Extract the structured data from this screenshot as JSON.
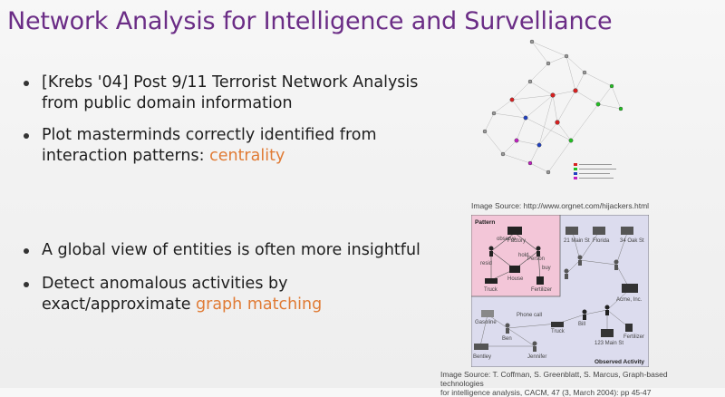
{
  "slide": {
    "title": "Network Analysis for Intelligence and Survelliance"
  },
  "bullets": {
    "b1_line1": "[Krebs '04] Post 9/11 Terrorist Network Analysis",
    "b1_line2": "from public domain information",
    "b2_line1": "Plot masterminds correctly identified from",
    "b2_line2_plain": "interaction patterns: ",
    "b2_line2_hl": "centrality",
    "b3_line1": "A global view of entities is often more insightful",
    "b4_line1": "Detect anomalous activities by",
    "b4_line2_plain": "exact/approximate ",
    "b4_line2_hl": "graph matching"
  },
  "captions": {
    "image_source_1": "Image Source: http://www.orgnet.com/hijackers.html",
    "image_source_2_line1": "Image Source: T. Coffman, S. Greenblatt, S. Marcus, Graph-based technologies",
    "image_source_2_line2": "for intelligence analysis, CACM, 47 (3, March 2004): pp 45-47"
  },
  "figure2": {
    "pattern_label": "Pattern",
    "observed_label": "Observed Activity",
    "labels": {
      "factory": "Factory",
      "observe": "observe",
      "person": "Person",
      "hold": "hold",
      "res": "resid",
      "buy": "buy",
      "truck": "Truck",
      "house": "House",
      "fertilizer": "Fertilizer",
      "main21": "21 Main St",
      "florida": "Florida",
      "ivan34": "34 Oak St",
      "acme": "Acme, Inc.",
      "main123": "123 Main St",
      "bill": "Bill",
      "ben": "Ben",
      "jennifer": "Jennifer",
      "gasoline": "Gasoline",
      "bentley": "Bentley",
      "phone_call": "Phone call"
    }
  },
  "colors": {
    "title": "#6b2d86",
    "highlight": "#e07b35",
    "pattern_bg": "#f3c6d8",
    "observed_bg": "#dcdcee"
  }
}
